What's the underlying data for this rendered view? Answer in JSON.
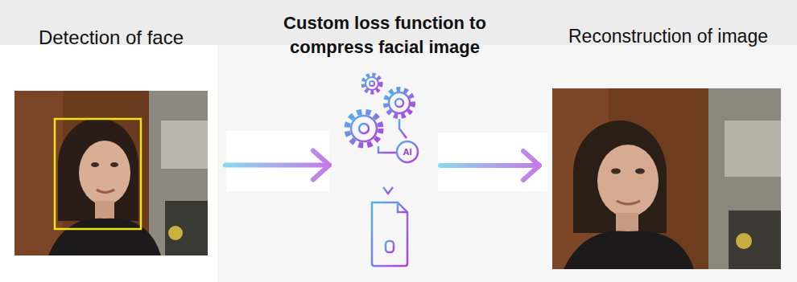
{
  "diagram": {
    "nodes": [
      {
        "text": [
          "Detection of face"
        ]
      },
      {
        "text": [
          "Custom loss function to compress facial image"
        ]
      },
      {
        "text": [
          "Reconstruction of image"
        ]
      }
    ],
    "edges": [
      {
        "from": 0,
        "to": 1,
        "arrow": "to"
      },
      {
        "from": 1,
        "to": 2,
        "arrow": "to"
      }
    ],
    "labels": [
      "AI"
    ]
  }
}
